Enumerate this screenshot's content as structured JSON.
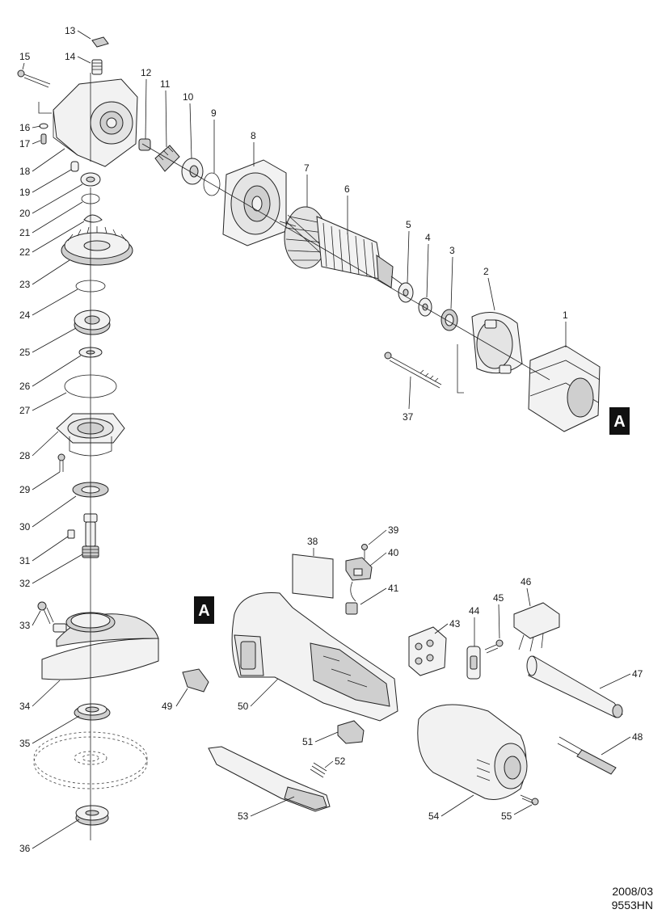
{
  "parts": [
    "1",
    "2",
    "3",
    "4",
    "5",
    "6",
    "7",
    "8",
    "9",
    "10",
    "11",
    "12",
    "13",
    "14",
    "15",
    "16",
    "17",
    "18",
    "19",
    "20",
    "21",
    "22",
    "23",
    "24",
    "25",
    "26",
    "27",
    "28",
    "29",
    "30",
    "31",
    "32",
    "33",
    "34",
    "35",
    "36",
    "37",
    "38",
    "39",
    "40",
    "41",
    "43",
    "44",
    "45",
    "46",
    "47",
    "48",
    "49",
    "50",
    "51",
    "52",
    "53",
    "54",
    "55"
  ],
  "reference_marks": {
    "top": "A",
    "bottom": "A"
  },
  "footer": {
    "date": "2008/03",
    "model": "9553HN"
  }
}
